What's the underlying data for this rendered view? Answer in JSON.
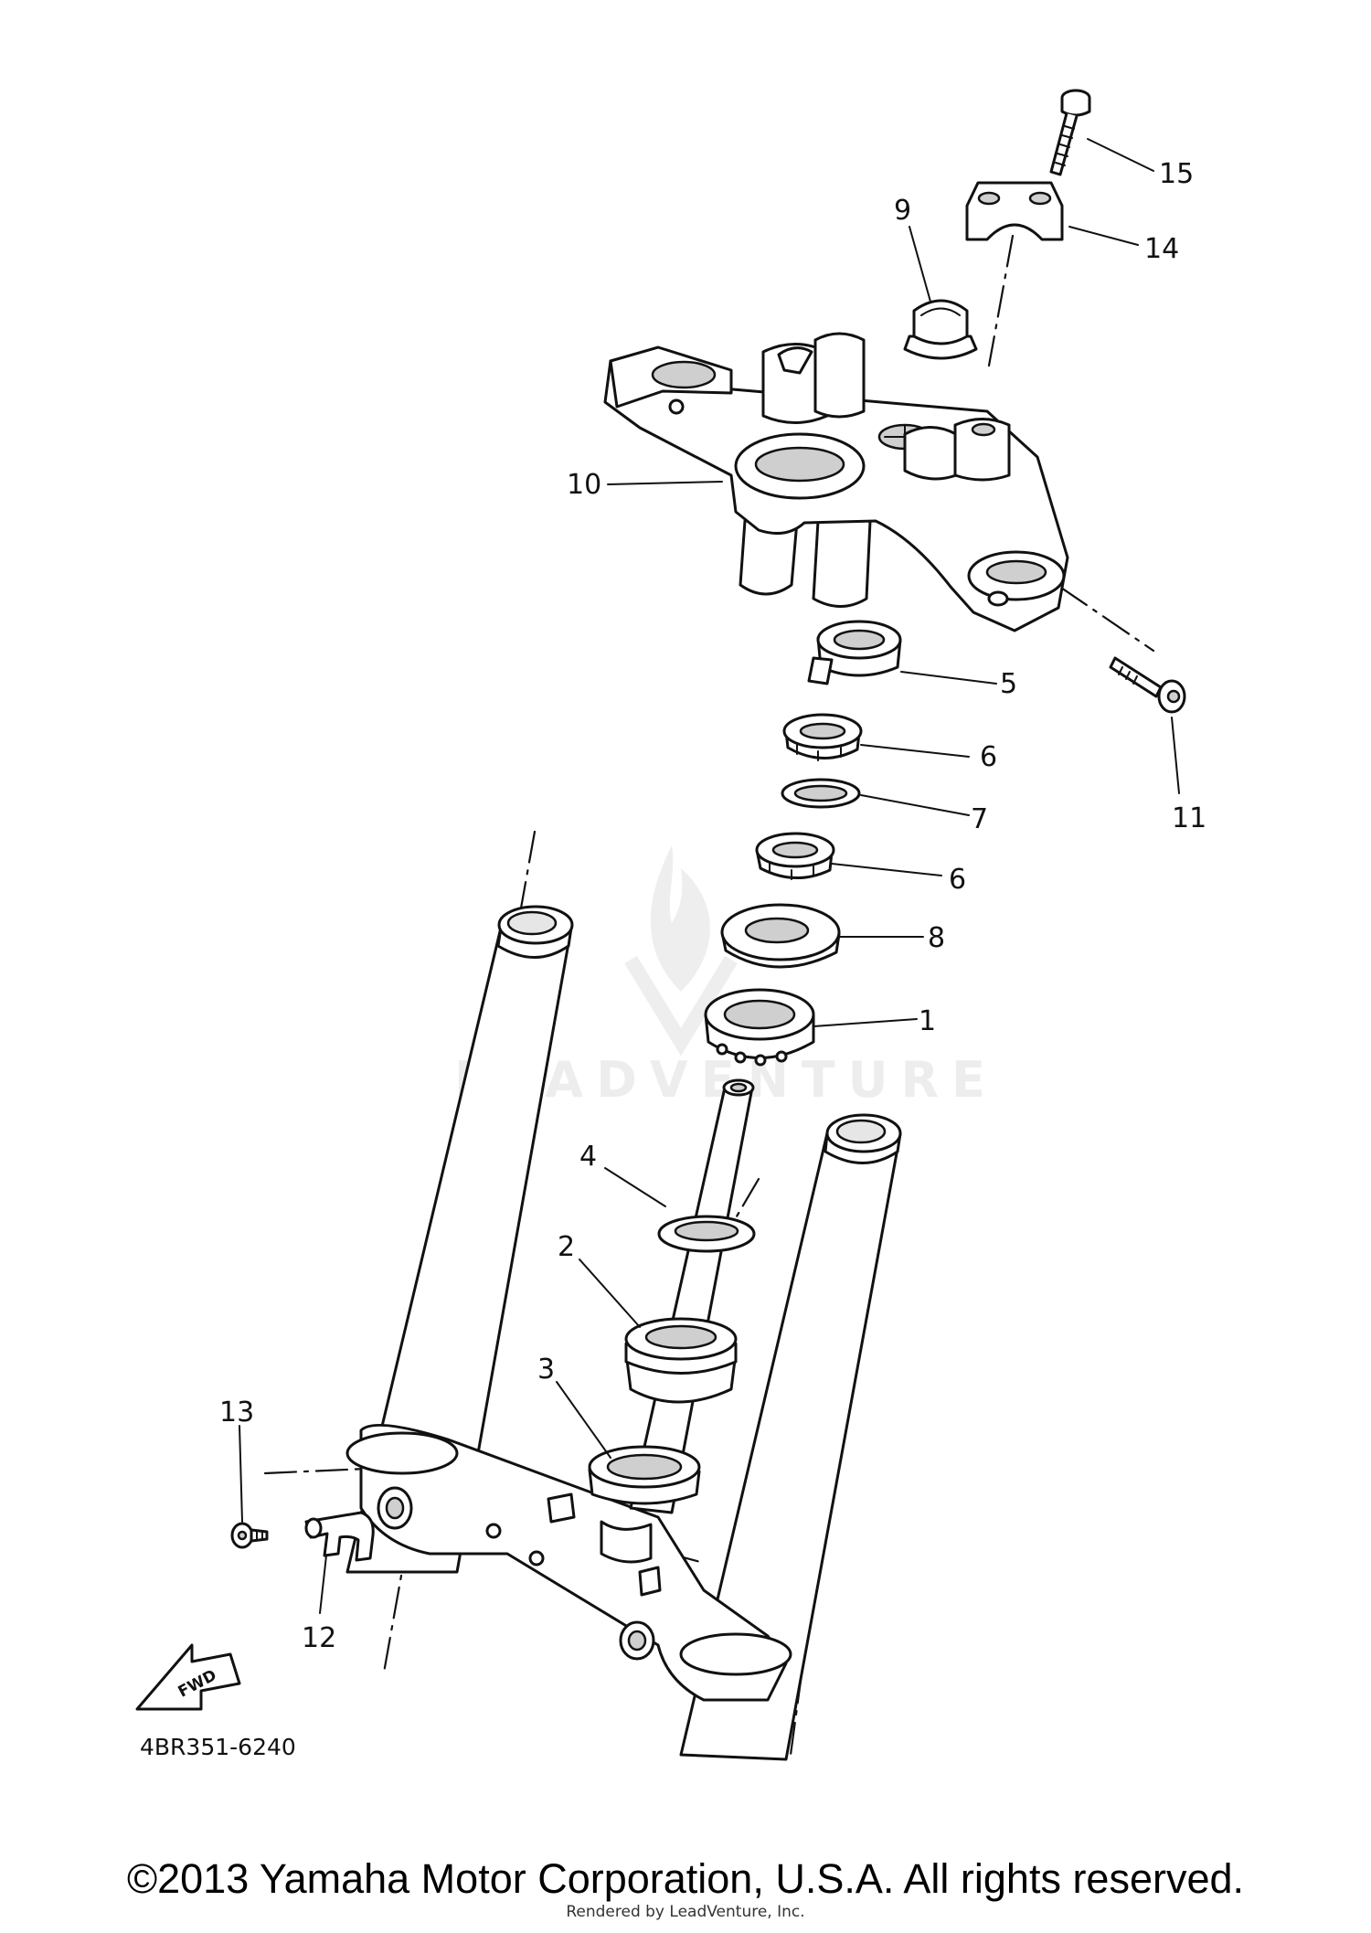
{
  "diagram": {
    "part_code": "4BR351-6240",
    "fwd_label": "FWD",
    "watermark": "LEADVENTURE",
    "callouts": [
      {
        "id": "c1",
        "label": "1"
      },
      {
        "id": "c2",
        "label": "2"
      },
      {
        "id": "c3",
        "label": "3"
      },
      {
        "id": "c4",
        "label": "4"
      },
      {
        "id": "c5",
        "label": "5"
      },
      {
        "id": "c6a",
        "label": "6"
      },
      {
        "id": "c6b",
        "label": "6"
      },
      {
        "id": "c7",
        "label": "7"
      },
      {
        "id": "c8",
        "label": "8"
      },
      {
        "id": "c9",
        "label": "9"
      },
      {
        "id": "c10",
        "label": "10"
      },
      {
        "id": "c11",
        "label": "11"
      },
      {
        "id": "c12",
        "label": "12"
      },
      {
        "id": "c13",
        "label": "13"
      },
      {
        "id": "c14",
        "label": "14"
      },
      {
        "id": "c15",
        "label": "15"
      }
    ]
  },
  "footer": {
    "copyright": "©2013 Yamaha Motor Corporation, U.S.A. All rights reserved.",
    "rendered_by": "Rendered by LeadVenture, Inc."
  }
}
